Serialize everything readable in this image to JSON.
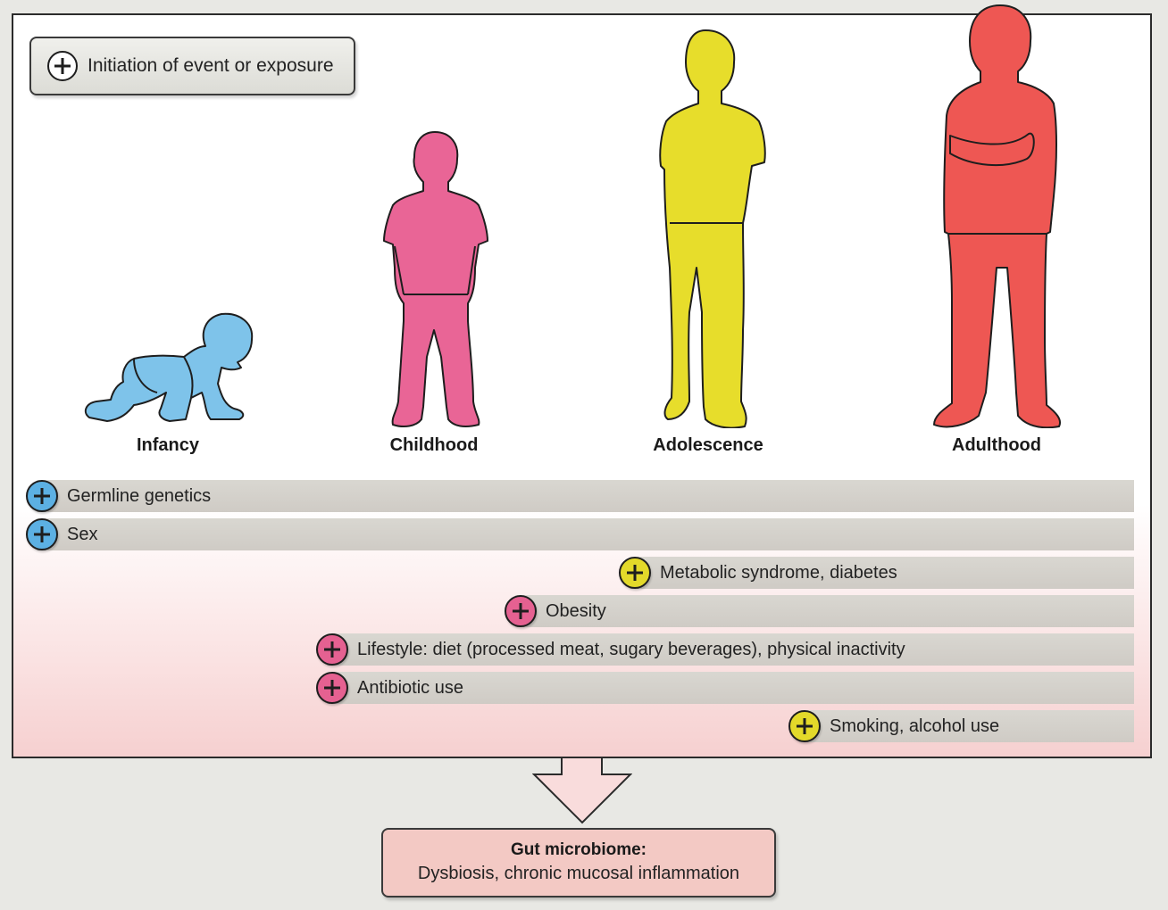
{
  "legend": {
    "label": "Initiation of event or exposure"
  },
  "stages": [
    {
      "label": "Infancy",
      "color": "#7ec3ea"
    },
    {
      "label": "Childhood",
      "color": "#e96596"
    },
    {
      "label": "Adolescence",
      "color": "#e7dd2b"
    },
    {
      "label": "Adulthood",
      "color": "#ee5753"
    }
  ],
  "exposures": [
    {
      "label": "Germline genetics",
      "color": "#5cb0e3"
    },
    {
      "label": "Sex",
      "color": "#5cb0e3"
    },
    {
      "label": "Metabolic syndrome, diabetes",
      "color": "#e3d92a"
    },
    {
      "label": "Obesity",
      "color": "#e56191"
    },
    {
      "label": "Lifestyle: diet (processed meat, sugary beverages), physical inactivity",
      "color": "#e56191"
    },
    {
      "label": "Antibiotic use",
      "color": "#e56191"
    },
    {
      "label": "Smoking, alcohol use",
      "color": "#e3d92a"
    }
  ],
  "outcome": {
    "title": "Gut microbiome:",
    "subtitle": "Dysbiosis, chronic mucosal inflammation"
  }
}
